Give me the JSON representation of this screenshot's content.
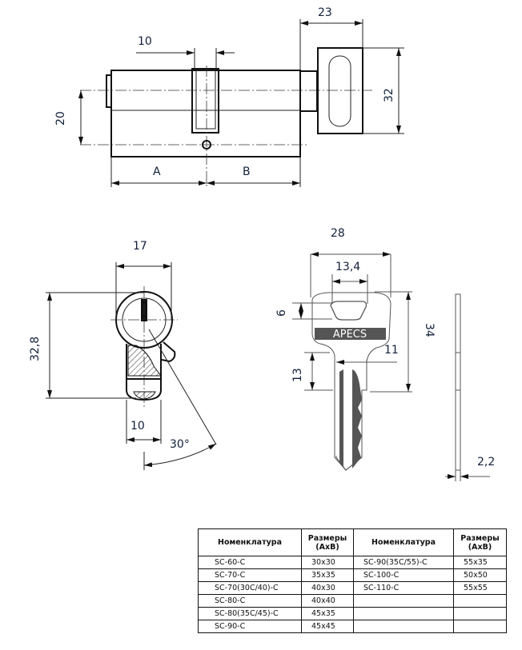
{
  "top_view": {
    "dim_knob_width": "23",
    "dim_cam_width": "10",
    "dim_knob_height": "32",
    "dim_axis_offset": "20",
    "label_a": "A",
    "label_b": "B"
  },
  "front_view": {
    "dim_width": "17",
    "dim_height": "32,8",
    "dim_bottom_width": "10",
    "dim_angle": "30°"
  },
  "key": {
    "brand": "APECS",
    "dim_head_width": "28",
    "dim_hole_width": "13,4",
    "dim_hole_height": "6",
    "dim_shoulder": "13",
    "dim_shank": "11",
    "dim_length": "34",
    "dim_thickness": "2,2"
  },
  "table": {
    "headers": [
      "Номенклатура",
      "Размеры (АхВ)",
      "Номенклатура",
      "Размеры (АхВ)"
    ],
    "rows": [
      [
        "SC-60-C",
        "30x30",
        "SC-90(35C/55)-C",
        "55x35"
      ],
      [
        "SC-70-C",
        "35x35",
        "SC-100-C",
        "50x50"
      ],
      [
        "SC-70(30C/40)-C",
        "40x30",
        "SC-110-C",
        "55x55"
      ],
      [
        "SC-80-C",
        "40x40",
        "",
        ""
      ],
      [
        "SC-80(35C/45)-C",
        "45x35",
        "",
        ""
      ],
      [
        "SC-90-C",
        "45x45",
        "",
        ""
      ]
    ]
  }
}
